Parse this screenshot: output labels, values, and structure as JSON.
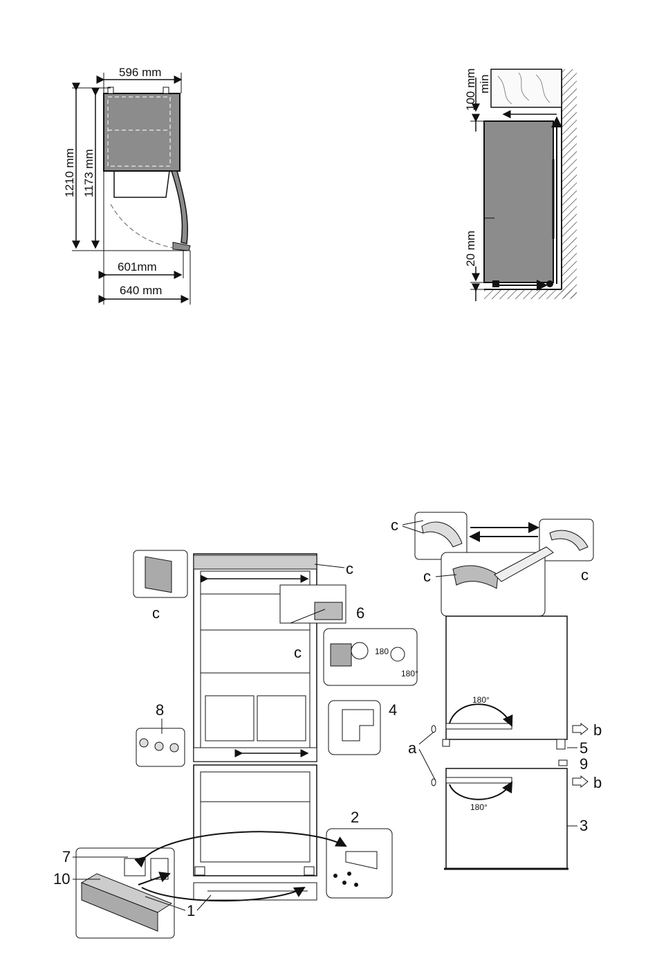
{
  "top_left": {
    "width_label": "596 mm",
    "height_outer_label": "1210 mm",
    "height_inner_label": "1173 mm",
    "depth_label": "601mm",
    "depth_open_label": "640 mm"
  },
  "top_right": {
    "gap_top_label": "100 mm",
    "gap_min_label": "min",
    "gap_bottom_label": "20 mm"
  },
  "bottom": {
    "callouts": {
      "c": "c",
      "a": "a",
      "b": "b",
      "n1": "1",
      "n2": "2",
      "n3": "3",
      "n4": "4",
      "n5": "5",
      "n6": "6",
      "n7": "7",
      "n8": "8",
      "n9": "9",
      "n10": "10"
    },
    "angles": {
      "deg180": "180",
      "deg180_deg": "180°"
    }
  }
}
